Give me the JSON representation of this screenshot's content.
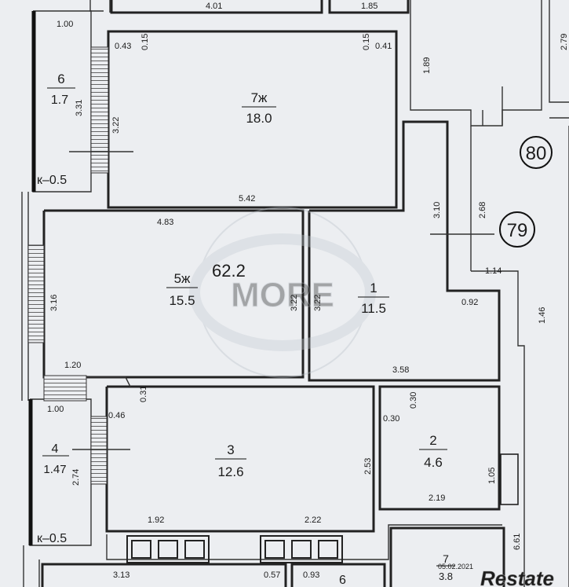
{
  "plan": {
    "total_area": "62.2",
    "watermark": "MORE",
    "footer_date": "05.02.2021",
    "footer_logo": "Restate",
    "apartment_numbers": [
      "80",
      "79"
    ],
    "rooms": [
      {
        "num": "7ж",
        "area": "18.0"
      },
      {
        "num": "5ж",
        "area": "15.5"
      },
      {
        "num": "1",
        "area": "11.5"
      },
      {
        "num": "3",
        "area": "12.6"
      },
      {
        "num": "2",
        "area": "4.6"
      },
      {
        "num": "6",
        "area": "1.7"
      },
      {
        "num": "4",
        "area": "1.47"
      },
      {
        "num": "7",
        "area": "3.8"
      }
    ],
    "balcony_coef": "к–0.5",
    "dims": {
      "top_4_01": "4.01",
      "top_1_85": "1.85",
      "top_2_79": "2.79",
      "top_1_89": "1.89",
      "b6_1_00": "1.00",
      "b6_3_31": "3.31",
      "r7_0_43": "0.43",
      "r7_0_15a": "0.15",
      "r7_0_15b": "0.15",
      "r7_0_41": "0.41",
      "r7_3_22": "3.22",
      "r7_5_42": "5.42",
      "r5_4_83": "4.83",
      "r5_3_16": "3.16",
      "r5_3_22": "3.22",
      "r1_3_22": "3.22",
      "r1_3_10": "3.10",
      "r1_2_68": "2.68",
      "r1_1_14": "1.14",
      "r1_0_92": "0.92",
      "side_1_46": "1.46",
      "c_1_20": "1.20",
      "c_1_00": "1.00",
      "c_0_31": "0.31",
      "c_0_46": "0.46",
      "b4_2_74": "2.74",
      "r3_2_53": "2.53",
      "r3_1_92": "1.92",
      "r3_2_22": "2.22",
      "r2_3_58": "3.58",
      "r2_0_30a": "0.30",
      "r2_0_30b": "0.30",
      "r2_1_05": "1.05",
      "r2_2_19": "2.19",
      "side_6_61": "6.61",
      "bot_3_13": "3.13",
      "bot_0_57": "0.57",
      "bot_0_93": "0.93",
      "bot_6": "6"
    }
  }
}
